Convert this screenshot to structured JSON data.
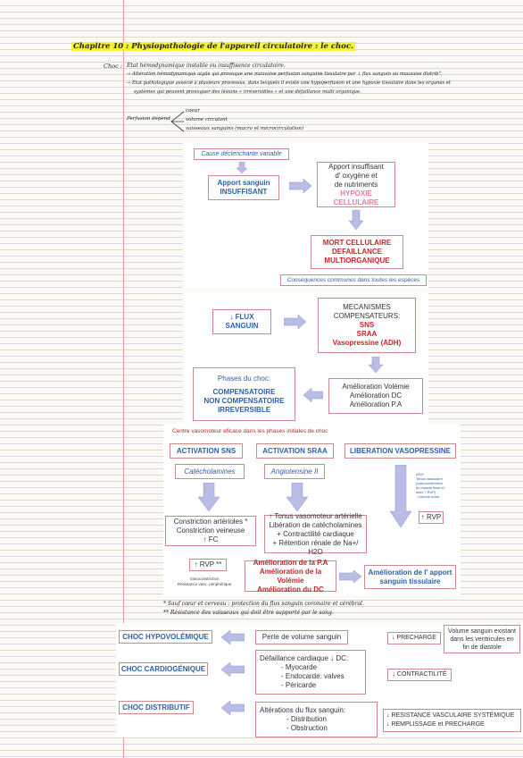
{
  "header": {
    "title": "Chapitre 10 : Physiopathologie de l'appareil circulatoire : le choc.",
    "choc_label": "Choc :",
    "choc_lines": [
      "Etat hémodynamique instable ou insuffisance circulatoire.",
      "→ Altération hémodynamique aigüe qui provoque une mauvaise perfusion sanguine tissulaire par ↓ flux sanguin ou mauvaise distrib°.",
      "→ Etat pathologique associé à plusieurs processus, dans lesquels il existe une hypoperfusion et une hypoxie tissulaire dans les organes et",
      "systèmes qui peuvent provoquer des lésions « irréversibles » et une défaillance multi organique."
    ],
    "perfusion_label": "Perfusion dépend",
    "perfusion_items": [
      "coeur",
      "volume circulant",
      "vaisseaux sanguins (macro et microcirculation)"
    ]
  },
  "panel1": {
    "cause": "Cause déclenchante variable",
    "apport_sanguin": [
      "Apport sanguin",
      "INSUFFISANT"
    ],
    "apport_o2": [
      "Apport insuffisant",
      "d' oxygène et",
      "de nutriments"
    ],
    "hypoxie": "HYPOXIE CELLULAIRE",
    "mort": [
      "MORT CELLULAIRE",
      "DEFAILLANCE",
      "MULTIORGANIQUE"
    ],
    "consequences": "Conséquences communes dans toutes les espèces"
  },
  "panel2": {
    "flux": [
      "↓ FLUX",
      "SANGUIN"
    ],
    "mecanismes": [
      "MECANISMES",
      "COMPENSATEURS:"
    ],
    "mecanismes_red": [
      "SNS",
      "SRAA",
      "Vasopressine (ADH)"
    ],
    "amelioration": [
      "Amélioration Volémie",
      "Amélioration DC",
      "Amélioration P.A"
    ],
    "phases_title": "Phases du choc:",
    "phases": [
      "COMPENSATOIRE",
      "NON COMPENSATOIRE",
      "IRREVERSIBLE"
    ]
  },
  "panel3": {
    "centre": "Centre vasomoteur eficace dans les phases initiales de choc",
    "activation_sns": "ACTIVATION SNS",
    "activation_sraa": "ACTIVATION SRAA",
    "liberation": "LIBERATION VASOPRESSINE",
    "catecholamines": "Catécholamines",
    "angiotensine": "Angiotensine II",
    "adh_note": [
      "ADH",
      "Tonus vasculaire",
      "(vasoconstriction",
      "du muscle lisse et",
      "avec ↑ RVP)",
      "↓ volume urine"
    ],
    "rvp_right": "↑ RVP",
    "sns_effects": [
      "Constriction artérioles *",
      "Constriction veineuse",
      "↑ FC"
    ],
    "sraa_effects": [
      "↑ Tonus vasomoteur artérielle",
      "Libération de catécholamines",
      "+ Contractilité cardiaque",
      "+ Rétention rénale de Na+/ H2O"
    ],
    "rvp_left": "↑ RVP **",
    "rvp_left_sub": [
      "Vasoconstriction",
      "Résistance vasc. périphérique"
    ],
    "amelioration_red": [
      "Amélioration de la P.A",
      "Amélioration de la Volémie",
      "Amélioration du DC"
    ],
    "amelioration_blue": [
      "Amélioration de l' apport",
      "sanguin tissulaire"
    ]
  },
  "notes": [
    "* Sauf cœur et cerveau : protection du flux sanguin coronaire et cérébral.",
    "** Résistance des vaisseaux qui doit être supporté par le sang."
  ],
  "panel4": {
    "rows": [
      {
        "type": "CHOC HYPOVOLÉMIQUE",
        "cause": [
          "Perte de volume sanguin"
        ],
        "effect": [
          "↓ PRECHARGE"
        ]
      },
      {
        "type": "CHOC CARDIOGÉNIQUE",
        "cause": [
          "Défaillance cardiaque ↓ DC:",
          "- Myocarde",
          "- Endocarde: valves",
          "- Péricarde"
        ],
        "effect": [
          "↓ CONTRACTILITÉ"
        ]
      },
      {
        "type": "CHOC DISTRIBUTIF",
        "cause": [
          "Altérations du flux sanguin:",
          "- Distribution",
          "- Obstruction"
        ],
        "effect": [
          "↓ RESISTANCE VASCULAIRE SYSTÉMIQUE",
          "↓ REMPLISSAGE et PRECHARGE"
        ]
      }
    ],
    "volume_note": [
      "Volume sanguin existant",
      "dans les ventricules en",
      "fin de diastole"
    ]
  },
  "colors": {
    "blue": "#2e5fa8",
    "red": "#c0262c",
    "arrow": "#b9bde6",
    "border": "#c98a8a",
    "highlight": "#f6f03a"
  }
}
